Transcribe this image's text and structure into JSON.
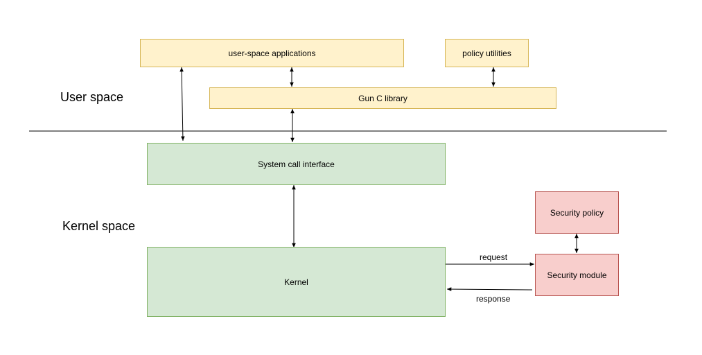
{
  "regions": {
    "user_space": "User space",
    "kernel_space": "Kernel space"
  },
  "nodes": {
    "user_apps": "user-space applications",
    "policy_utils": "policy utilities",
    "gnu_c_library": "Gun C library",
    "syscall_interface": "System call interface",
    "kernel": "Kernel",
    "security_policy": "Security policy",
    "security_module": "Security module"
  },
  "edges": {
    "request": "request",
    "response": "response"
  },
  "colors": {
    "user_fill": "#fff2cc",
    "user_stroke": "#d6b656",
    "kernel_fill": "#d5e8d4",
    "kernel_stroke": "#82b366",
    "security_fill": "#f8cecc",
    "security_stroke": "#b85450"
  }
}
